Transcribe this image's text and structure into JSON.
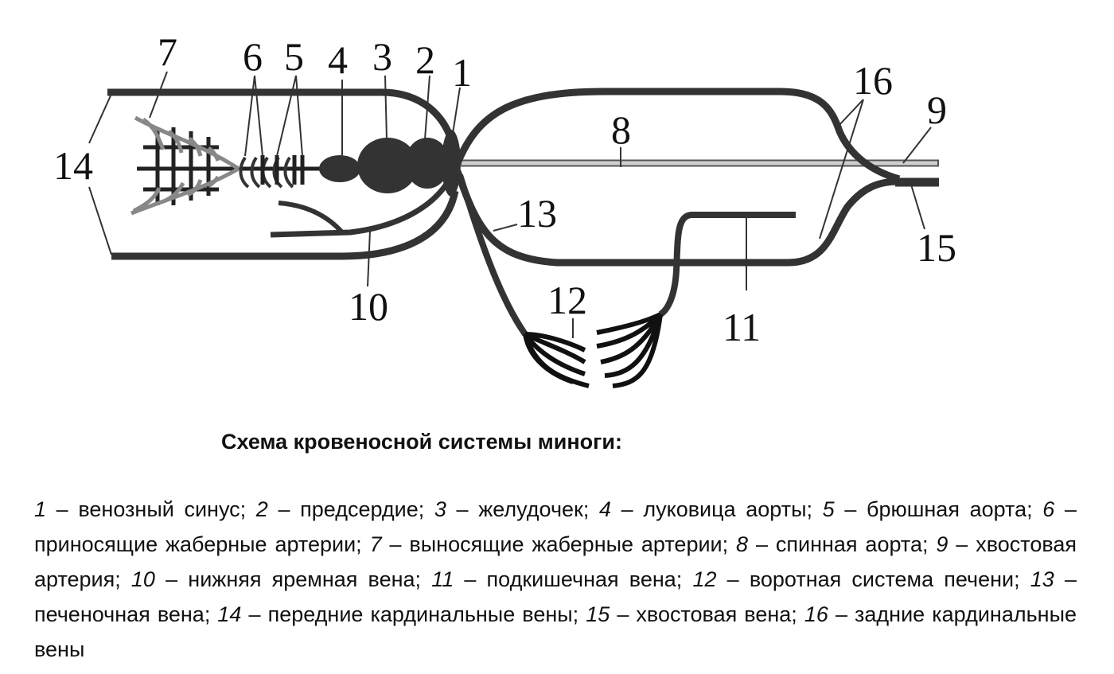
{
  "caption": {
    "title": "Схема кровеносной системы миноги:"
  },
  "labels": [
    "1",
    "2",
    "3",
    "4",
    "5",
    "6",
    "7",
    "8",
    "9",
    "10",
    "11",
    "12",
    "13",
    "14",
    "15",
    "16"
  ],
  "legend": [
    {
      "num": "1",
      "text": " – венозный синус; "
    },
    {
      "num": "2",
      "text": " – предсердие; "
    },
    {
      "num": "3",
      "text": " – желудочек; "
    },
    {
      "num": "4",
      "text": " – луковица аорты; "
    },
    {
      "num": "5",
      "text": " – брюшная аорта; "
    },
    {
      "num": "6",
      "text": " – приносящие жаберные артерии; "
    },
    {
      "num": "7",
      "text": " – выносящие жаберные артерии; "
    },
    {
      "num": "8",
      "text": " – спинная аорта; "
    },
    {
      "num": "9",
      "text": " – хвостовая артерия; "
    },
    {
      "num": "10",
      "text": " – нижняя яремная вена; "
    },
    {
      "num": "11",
      "text": " – подкишечная вена; "
    },
    {
      "num": "12",
      "text": " – воротная система печени; "
    },
    {
      "num": "13",
      "text": " – печеночная вена; "
    },
    {
      "num": "14",
      "text": " – передние кардинальные вены; "
    },
    {
      "num": "15",
      "text": " – хвостовая вена; "
    },
    {
      "num": "16",
      "text": " – задние кардинальные вены"
    }
  ]
}
